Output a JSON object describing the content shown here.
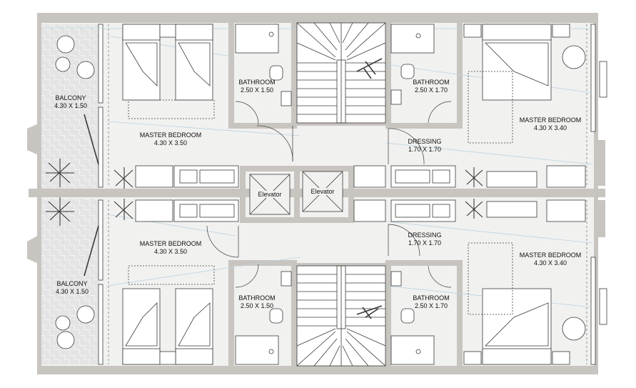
{
  "rooms": {
    "balcony_top": {
      "name": "BALCONY",
      "size": "4.30 X 1.50"
    },
    "balcony_bottom": {
      "name": "BALCONY",
      "size": "4.30 X 1.50"
    },
    "master_tl": {
      "name": "MASTER BEDROOM",
      "size": "4.30 X 3.50"
    },
    "master_bl": {
      "name": "MASTER BEDROOM",
      "size": "4.30 X 3.50"
    },
    "master_tr": {
      "name": "MASTER BEDROOM",
      "size": "4.30 X 3.40"
    },
    "master_br": {
      "name": "MASTER BEDROOM",
      "size": "4.30 X 3.40"
    },
    "bath_tl": {
      "name": "BATHROOM",
      "size": "2.50 X 1.50"
    },
    "bath_bl": {
      "name": "BATHROOM",
      "size": "2.50 X 1.50"
    },
    "bath_tr": {
      "name": "BATHROOM",
      "size": "2.50 X 1.70"
    },
    "bath_br": {
      "name": "BATHROOM",
      "size": "2.50 X 1.70"
    },
    "dressing_top": {
      "name": "DRESSING",
      "size": "1.70 X 1.70"
    },
    "dressing_bottom": {
      "name": "DRESSING",
      "size": "1.70 X 1.70"
    }
  },
  "elevators": [
    "Elevator",
    "Elevator"
  ],
  "colors": {
    "wall": "#c8c4bf",
    "floor": "#f1f1f0",
    "line": "#3a3a3a",
    "glass": "#bcd3de"
  }
}
